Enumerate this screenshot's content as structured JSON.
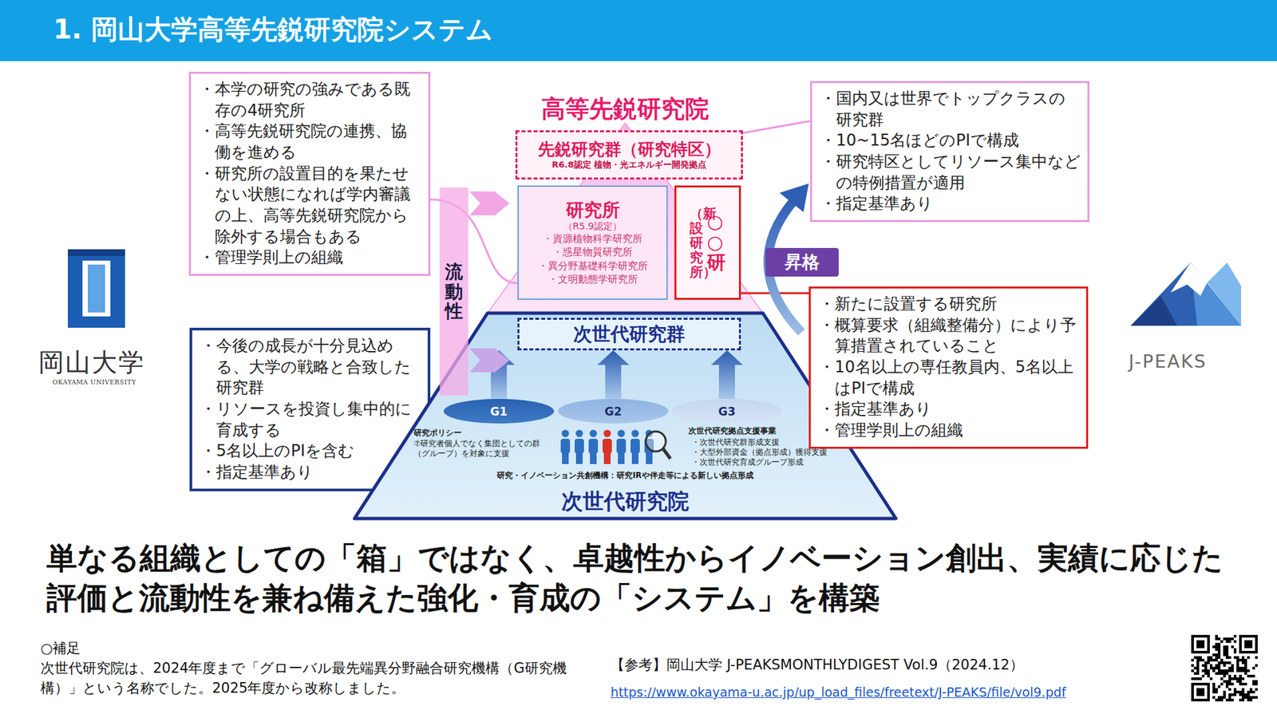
{
  "diagram": {
    "title": "1. 岡山大学高等先鋭研究院システム",
    "caption": "単なる組織としての「箱」ではなく、卓越性からイノベーション創出、実績に応じた評価と流動性を兼ね備えた強化・育成の「システム」を構築",
    "nodes": [
      {
        "text": [
          "・本学の研究の強みである既存の4研究所",
          "・高等先鋭研究院の連携、協働を進める",
          "・研究所の設置目的を果たせない状態になれば学内審議の上、高等先鋭研究院から除外する場合もある",
          "・管理学則上の組織"
        ]
      },
      {
        "text": [
          "高等先鋭研究院"
        ]
      },
      {
        "text": [
          "先鋭研究群（研究特区）",
          "R6.8認定 植物・光エネルギー開発拠点"
        ],
        "in": 1
      },
      {
        "text": [
          "研究所",
          "（R5.9認定）",
          "・資源植物科学研究所",
          "・惑星物質研究所",
          "・異分野基礎科学研究所",
          "・文明動態学研究所"
        ],
        "in": 1
      },
      {
        "text": [
          "（新設研究所）",
          "○○研"
        ],
        "in": 1
      },
      {
        "text": [
          "・国内又は世界でトップクラスの研究群",
          "・10~15名ほどのPIで構成",
          "・研究特区としてリソース集中などの特例措置が適用",
          "・指定基準あり"
        ]
      },
      {
        "text": [
          "流動性"
        ]
      },
      {
        "text": [
          "昇格"
        ]
      },
      {
        "text": [
          "・今後の成長が十分見込める、大学の戦略と合致した研究群",
          "・リソースを投資し集中的に育成する",
          "・5名以上のPIを含む",
          "・指定基準あり"
        ]
      },
      {
        "text": [
          "次世代研究院"
        ]
      },
      {
        "text": [
          "次世代研究群"
        ],
        "in": 9
      },
      {
        "text": [
          "G1"
        ],
        "in": 9
      },
      {
        "text": [
          "G2"
        ],
        "in": 9
      },
      {
        "text": [
          "G3"
        ],
        "in": 9
      },
      {
        "text": [
          "・新たに設置する研究所",
          "・概算要求（組織整備分）により予算措置されていること",
          "・10名以上の専任教員内、5名以上はPIで構成",
          "・指定基準あり",
          "・管理学則上の組織"
        ]
      }
    ],
    "edges": [
      {
        "from": 11,
        "to": 10,
        "arrow": "to"
      },
      {
        "from": 12,
        "to": 10,
        "arrow": "to"
      },
      {
        "from": 13,
        "to": 10,
        "arrow": "to"
      },
      {
        "from": 0,
        "to": 3,
        "arrow": "none"
      },
      {
        "from": 5,
        "to": 2,
        "arrow": "none"
      },
      {
        "from": 14,
        "to": 4,
        "arrow": "none"
      }
    ],
    "labels": [
      "研究ポリシー",
      "⑦研究者個人でなく集団としての群（グループ）を対象に支援",
      "次世代研究拠点支援事業",
      "・次世代研究群形成支援",
      "・大型外部資金（拠点形成）獲得支援",
      "・次世代研究育成グループ形成",
      "研究・イノベーション共創機構：研究IRや伴走等による新しい拠点形成",
      "岡山大学",
      "OKAYAMA UNIVERSITY",
      "J-PEAKS",
      "○補足",
      "次世代研究院は、2024年度まで「グローバル最先端異分野融合研究機構（G研究機構）」という名称でした。2025年度から改称しました。",
      "【参考】岡山大学 J-PEAKSMONTHLYDIGEST Vol.9（2024.12）",
      "https://www.okayama-u.ac.jp/up_load_files/freetext/J-PEAKS/file/vol9.pdf"
    ]
  }
}
